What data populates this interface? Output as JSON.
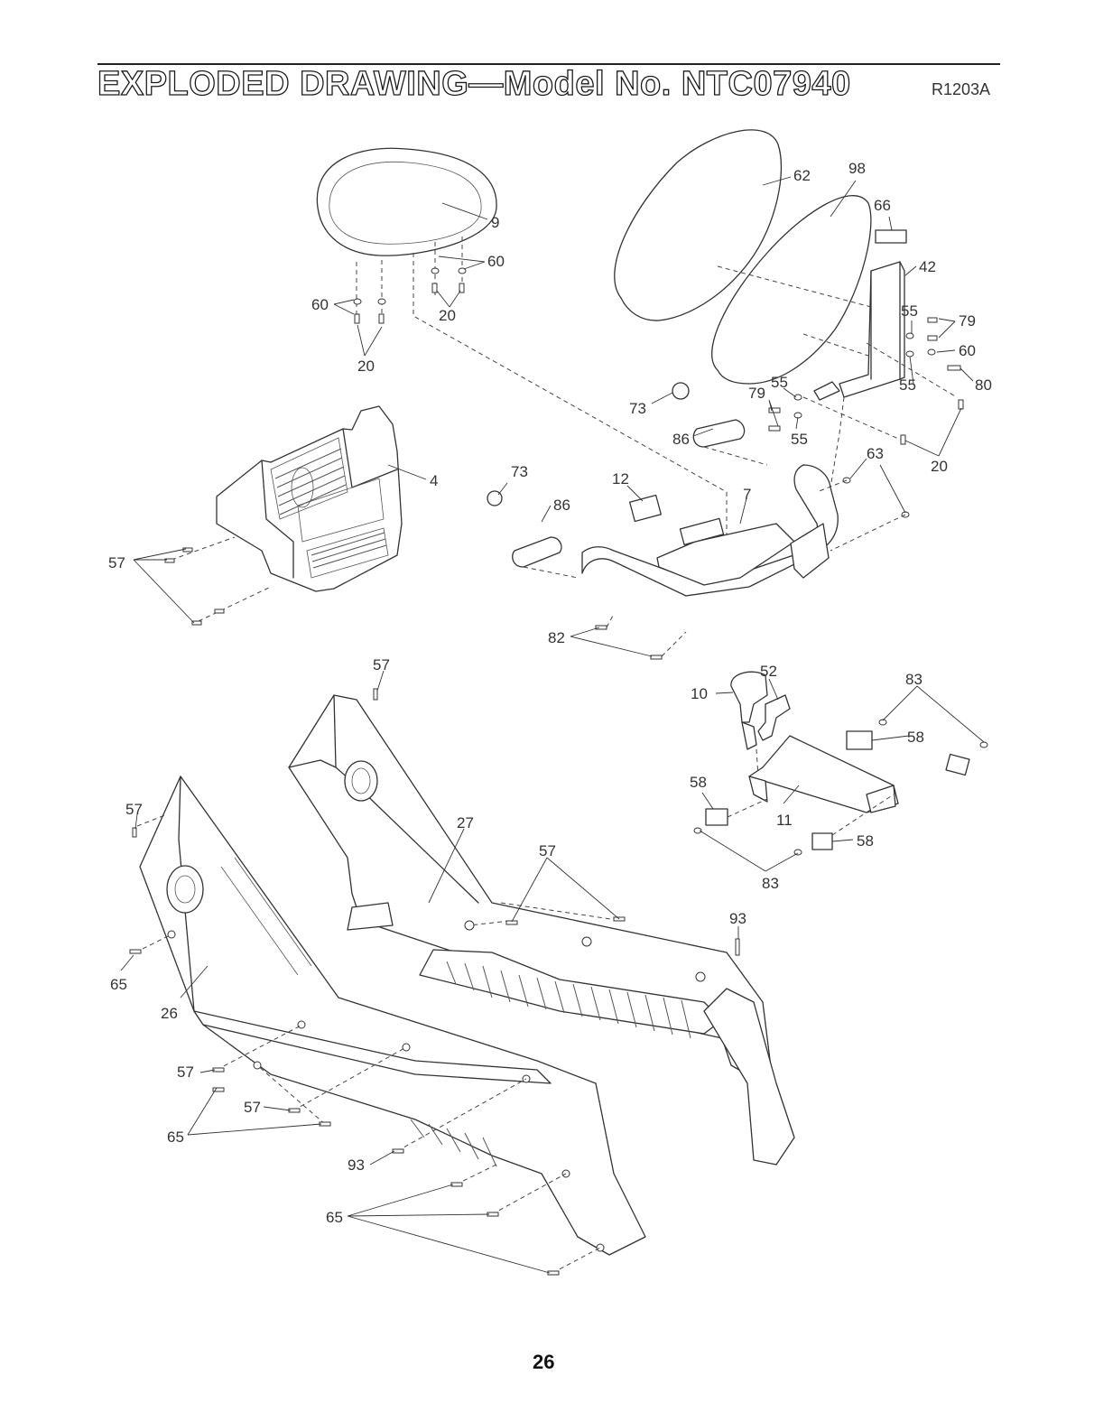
{
  "header": {
    "title": "EXPLODED DRAWING—Model No. NTC07940",
    "revision": "R1203A"
  },
  "footer": {
    "page_number": "26"
  },
  "part_labels": {
    "p9": "9",
    "p60a": "60",
    "p60b": "60",
    "p20a": "20",
    "p20b": "20",
    "p62": "62",
    "p98": "98",
    "p66": "66",
    "p42": "42",
    "p55a": "55",
    "p79a": "79",
    "p60c": "60",
    "p80": "80",
    "p55b": "55",
    "p79b": "79",
    "p55c": "55",
    "p55d": "55",
    "p20c": "20",
    "p73a": "73",
    "p86a": "86",
    "p4": "4",
    "p73b": "73",
    "p12": "12",
    "p86b": "86",
    "p7": "7",
    "p63": "63",
    "p57a": "57",
    "p82": "82",
    "p57b": "57",
    "p10": "10",
    "p52": "52",
    "p83a": "83",
    "p58a": "58",
    "p58b": "58",
    "p11": "11",
    "p58c": "58",
    "p83b": "83",
    "p57c": "57",
    "p27": "27",
    "p57d": "57",
    "p93a": "93",
    "p65a": "65",
    "p26": "26",
    "p57e": "57",
    "p57f": "57",
    "p65b": "65",
    "p93b": "93",
    "p65c": "65"
  }
}
